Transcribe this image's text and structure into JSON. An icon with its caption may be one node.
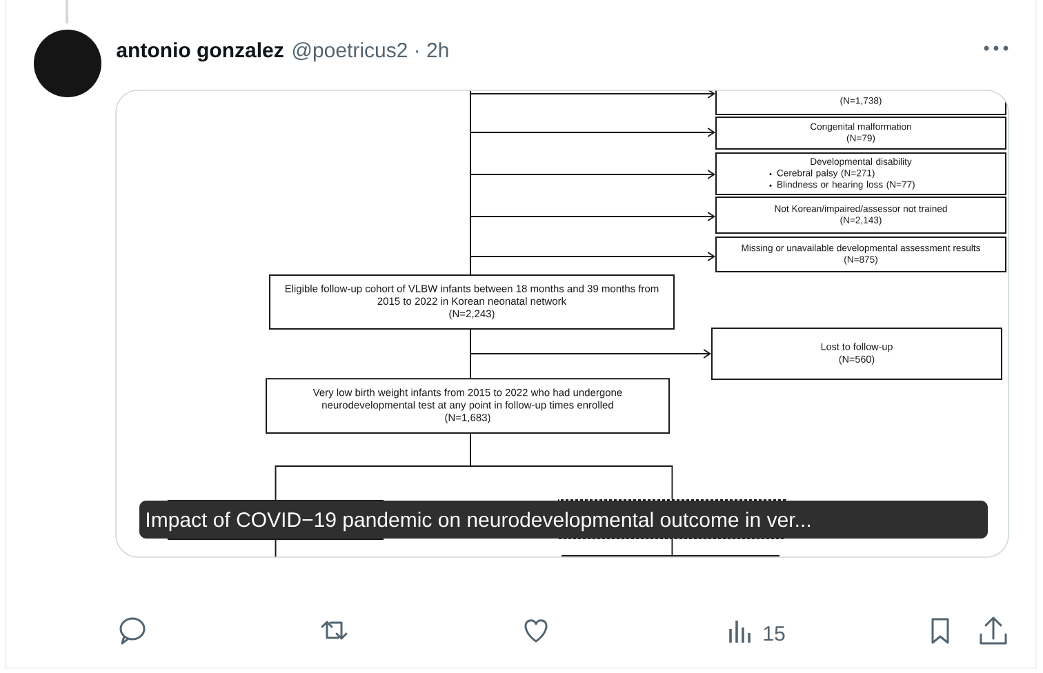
{
  "diagram": {
    "nodes": [
      {
        "text": [
          "(N=1,738)"
        ]
      },
      {
        "text": [
          "Congenital malformation",
          "(N=79)"
        ]
      },
      {
        "text": [
          "Developmental disability",
          "Cerebral palsy (N=271)",
          "Blindness or hearing loss (N=77)"
        ]
      },
      {
        "text": [
          "Not Korean/impaired/assessor not trained",
          "(N=2,143)"
        ]
      },
      {
        "text": [
          "Missing or unavailable developmental assessment results",
          "(N=875)"
        ]
      },
      {
        "text": [
          "Eligible follow-up cohort of VLBW infants between 18 months and 39 months from 2015 to 2022 in Korean neonatal network",
          "(N=2,243)"
        ]
      },
      {
        "text": [
          "Lost to follow-up",
          "(N=560)"
        ]
      },
      {
        "text": [
          "Very low birth weight infants from 2015 to 2022 who had undergone neurodevelopmental test at any point in follow-up times enrolled",
          "(N=1,683)"
        ]
      },
      {
        "text": [],
        "shape": "box"
      },
      {
        "text": [],
        "shape": "box"
      }
    ],
    "edges": [
      {
        "from": null,
        "to": 0,
        "arrow": "to"
      },
      {
        "from": null,
        "to": 1,
        "arrow": "to"
      },
      {
        "from": null,
        "to": 2,
        "arrow": "to"
      },
      {
        "from": null,
        "to": 3,
        "arrow": "to"
      },
      {
        "from": null,
        "to": 4,
        "arrow": "to"
      },
      {
        "from": null,
        "to": 5,
        "arrow": "none"
      },
      {
        "from": 5,
        "to": 6,
        "arrow": "to"
      },
      {
        "from": 5,
        "to": 7,
        "arrow": "none"
      },
      {
        "from": 7,
        "to": 8,
        "arrow": "none"
      },
      {
        "from": 7,
        "to": 9,
        "arrow": "none"
      },
      {
        "from": 8,
        "to": null,
        "arrow": "none"
      },
      {
        "from": 9,
        "to": null,
        "arrow": "none"
      }
    ],
    "labels": [
      "antonio gonzalez",
      "@poetricus2 · 2h",
      "Impact of COVID−19 pandemic on neurodevelopmental outcome in ver...",
      "15"
    ]
  }
}
